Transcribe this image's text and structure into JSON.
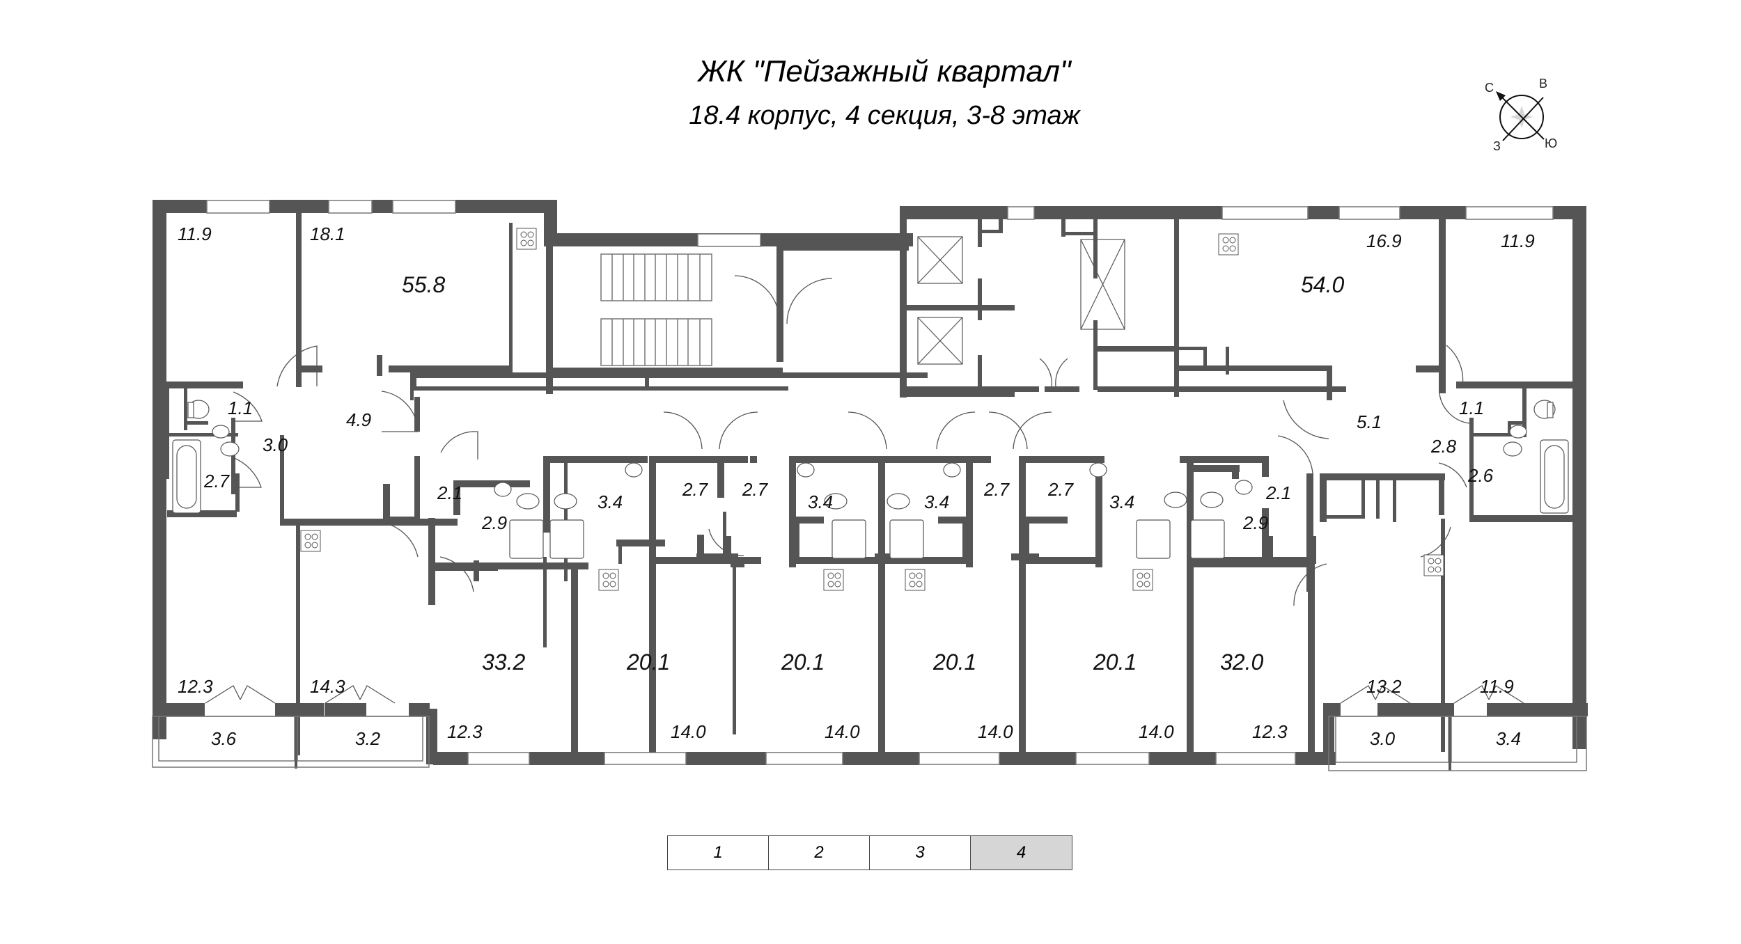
{
  "header": {
    "title": "ЖК \"Пейзажный квартал\"",
    "subtitle": "18.4 корпус, 4 секция, 3-8 этаж"
  },
  "compass": {
    "north": "С",
    "east": "В",
    "south": "Ю",
    "west": "З",
    "icon": "compass-rose-icon"
  },
  "colors": {
    "wall": "#555555",
    "fixture_line": "#555555",
    "selected_section_bg": "#d6d6d6"
  },
  "apartments": [
    {
      "id": "apt-left-2room",
      "total": "55.8",
      "rooms": [
        "11.9",
        "18.1",
        "4.9",
        "1.1",
        "3.0",
        "2.7",
        "12.3",
        "3.6"
      ]
    },
    {
      "id": "apt-left-studio-kitchen",
      "total": "33.2",
      "rooms": [
        "14.3",
        "3.2",
        "2.1",
        "2.9",
        "12.3"
      ]
    },
    {
      "id": "apt-studio-1",
      "total": "20.1",
      "rooms": [
        "3.4",
        "2.7",
        "14.0"
      ]
    },
    {
      "id": "apt-studio-2",
      "total": "20.1",
      "rooms": [
        "2.7",
        "3.4",
        "14.0"
      ]
    },
    {
      "id": "apt-studio-3",
      "total": "20.1",
      "rooms": [
        "3.4",
        "2.7",
        "14.0"
      ]
    },
    {
      "id": "apt-studio-4",
      "total": "20.1",
      "rooms": [
        "2.7",
        "3.4",
        "14.0"
      ]
    },
    {
      "id": "apt-right-1room",
      "total": "32.0",
      "rooms": [
        "2.9",
        "2.1",
        "12.3",
        "13.2",
        "3.0"
      ]
    },
    {
      "id": "apt-right-2room",
      "total": "54.0",
      "rooms": [
        "16.9",
        "11.9",
        "5.1",
        "1.1",
        "2.8",
        "2.6",
        "11.9",
        "3.4"
      ]
    }
  ],
  "labels": {
    "l_11_9": "11.9",
    "l_18_1": "18.1",
    "l_55_8": "55.8",
    "l_4_9": "4.9",
    "l_1_1a": "1.1",
    "l_3_0a": "3.0",
    "l_2_7a": "2.7",
    "l_12_3a": "12.3",
    "l_3_6": "3.6",
    "l_14_3": "14.3",
    "l_3_2": "3.2",
    "l_2_1a": "2.1",
    "l_2_9a": "2.9",
    "l_33_2": "33.2",
    "l_12_3b": "12.3",
    "l_3_4a": "3.4",
    "l_2_7b": "2.7",
    "l_20_1a": "20.1",
    "l_14_0a": "14.0",
    "l_2_7c": "2.7",
    "l_3_4b": "3.4",
    "l_20_1b": "20.1",
    "l_14_0b": "14.0",
    "l_3_4c": "3.4",
    "l_2_7d": "2.7",
    "l_20_1c": "20.1",
    "l_14_0c": "14.0",
    "l_2_7e": "2.7",
    "l_3_4d": "3.4",
    "l_20_1d": "20.1",
    "l_14_0d": "14.0",
    "l_2_9b": "2.9",
    "l_2_1b": "2.1",
    "l_32_0": "32.0",
    "l_12_3c": "12.3",
    "l_54_0": "54.0",
    "l_16_9": "16.9",
    "l_11_9b": "11.9",
    "l_5_1": "5.1",
    "l_1_1b": "1.1",
    "l_2_8": "2.8",
    "l_2_6": "2.6",
    "l_13_2": "13.2",
    "l_3_0b": "3.0",
    "l_11_9c": "11.9",
    "l_3_4e": "3.4"
  },
  "section_selector": {
    "items": [
      {
        "label": "1",
        "active": false
      },
      {
        "label": "2",
        "active": false
      },
      {
        "label": "3",
        "active": false
      },
      {
        "label": "4",
        "active": true
      }
    ]
  }
}
